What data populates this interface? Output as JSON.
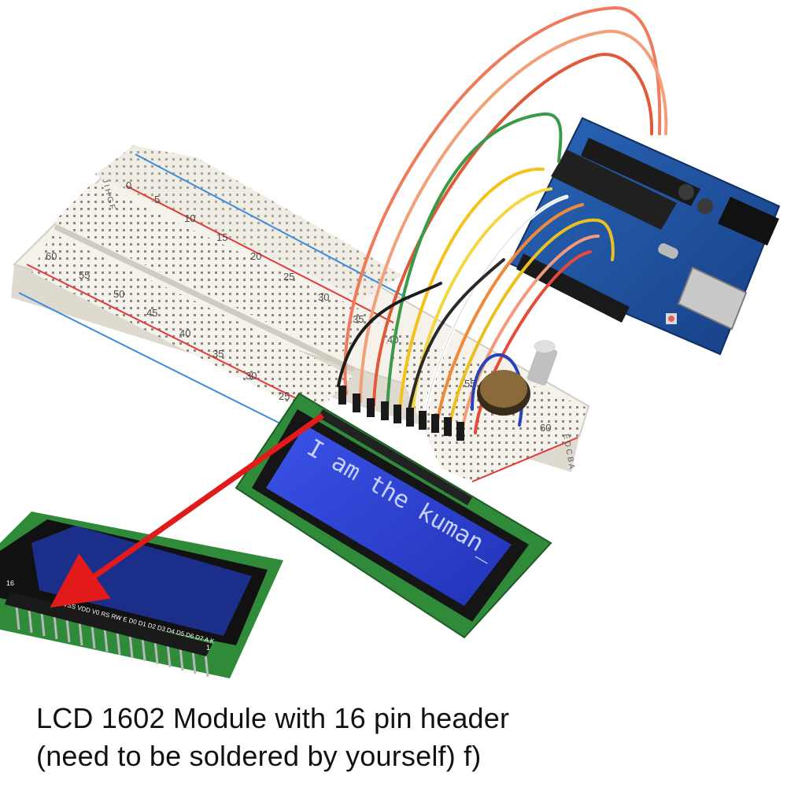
{
  "photo": {
    "lcd_display_text": "I am the kuman_",
    "breadcard_row_numbers": [
      "0",
      "5",
      "10",
      "15",
      "20",
      "25",
      "30",
      "35",
      "40"
    ],
    "breadboard_lower_numbers": [
      "60",
      "55",
      "50",
      "45",
      "40",
      "35",
      "30",
      "25"
    ],
    "breadboard_right_numbers": [
      "55",
      "60"
    ],
    "breadboard_column_letters": "J I H G F",
    "breadboard_column_letters_2": "E D C B A",
    "lcd_pin_labels": "VSS VDD V0 RS RW E D0 D1 D2 D3 D4 D5 D6 D7 A K",
    "lcd_pin_numbers": [
      "1",
      "16"
    ],
    "colors": {
      "breadboard": "#f3f1ea",
      "arduino_board": "#1d4f9c",
      "lcd_pcb": "#2f8a3a",
      "lcd_screen": "#2a3fd0",
      "arrow": "#e21a1a"
    }
  },
  "caption": {
    "line1": "LCD 1602 Module with 16 pin header",
    "line2": "(need to be soldered by yourself)   f)"
  }
}
